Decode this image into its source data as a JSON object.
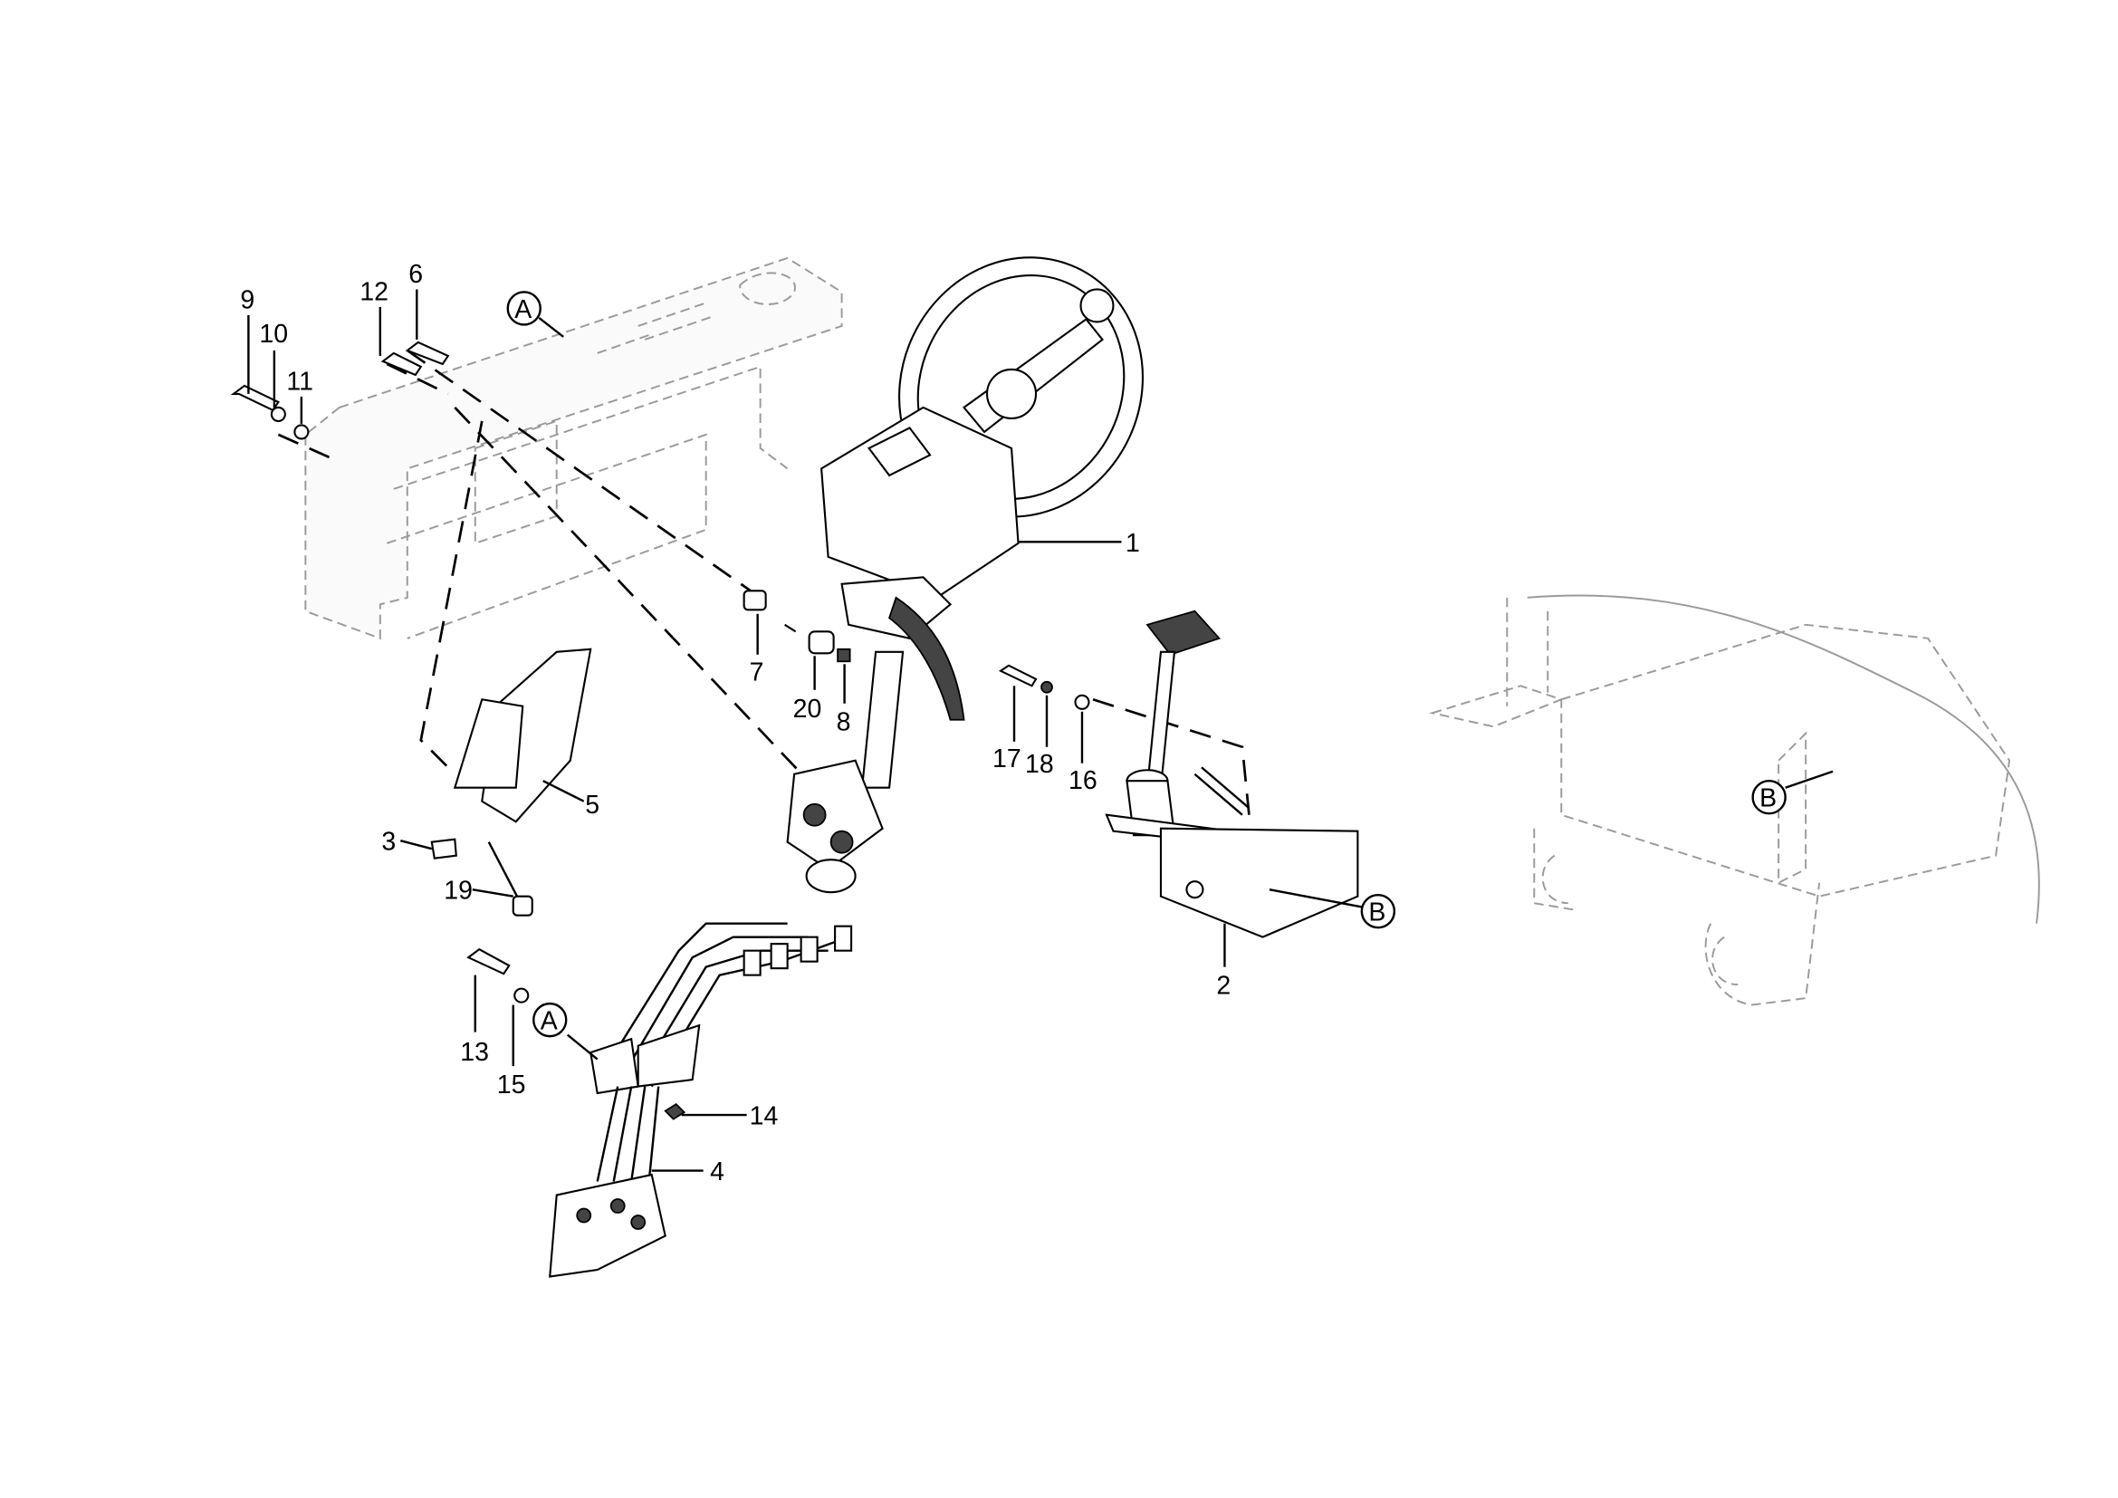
{
  "diagram": {
    "title": "Steering column, pedal and control valve assembly",
    "callouts": {
      "c1": "1",
      "c2": "2",
      "c3": "3",
      "c4": "4",
      "c5": "5",
      "c6": "6",
      "c7": "7",
      "c8": "8",
      "c9": "9",
      "c10": "10",
      "c11": "11",
      "c12": "12",
      "c13": "13",
      "c14": "14",
      "c15": "15",
      "c16": "16",
      "c17": "17",
      "c18": "18",
      "c19": "19",
      "c20": "20"
    },
    "refs": {
      "a1": "A",
      "a2": "A",
      "b1": "B",
      "b2": "B"
    },
    "colors": {
      "line": "#000000",
      "ghost": "#9a9a9a"
    }
  }
}
